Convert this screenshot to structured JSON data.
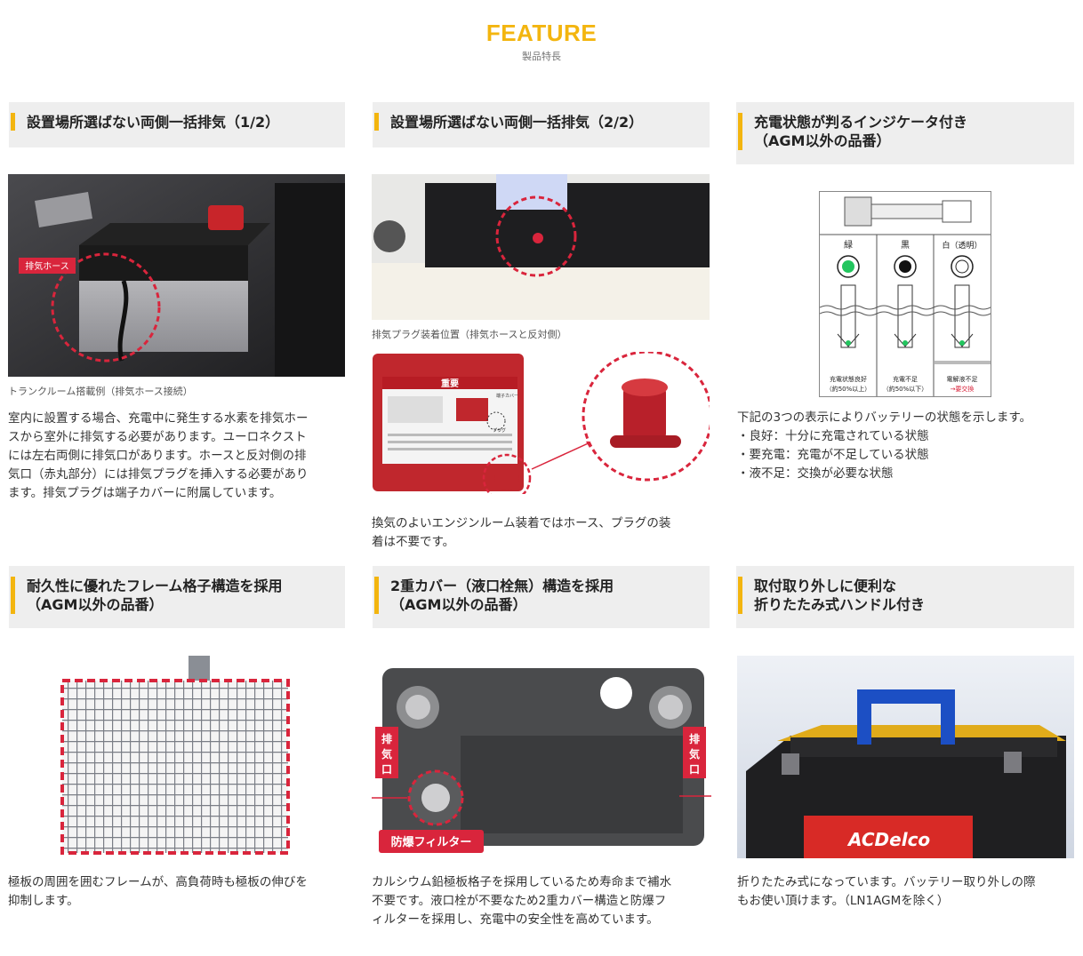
{
  "header": {
    "title": "FEATURE",
    "subtitle": "製品特長"
  },
  "cards": [
    {
      "heading": [
        "設置場所選ばない両側一括排気（1/2）"
      ],
      "image_label": "排気ホース",
      "caption": "トランクルーム搭載例（排気ホース接続）",
      "body": [
        "室内に設置する場合、充電中に発生する水素を排気ホー",
        "スから室外に排気する必要があります。ユーロネクスト",
        "には左右両側に排気口があります。ホースと反対側の排",
        "気口（赤丸部分）には排気プラグを挿入する必要があり",
        "ます。排気プラグは端子カバーに附属しています。"
      ]
    },
    {
      "heading": [
        "設置場所選ばない両側一括排気（2/2）"
      ],
      "caption": "排気プラグ装着位置（排気ホースと反対側）",
      "label_important": "重要",
      "label_terminal_cover": "端子カバー",
      "label_plug": "プラグ",
      "body": [
        "換気のよいエンジンルーム装着ではホース、プラグの装",
        "着は不要です。"
      ]
    },
    {
      "heading": [
        "充電状態が判るインジケータ付き",
        "（AGM以外の品番）"
      ],
      "indicator": {
        "columns": [
          {
            "name": "緑",
            "color": "#22c55e",
            "desc1": "充電状態良好",
            "desc2": "（約50%以上）"
          },
          {
            "name": "黒",
            "color": "#111111",
            "desc1": "充電不足",
            "desc2": "（約50%以下）"
          },
          {
            "name": "白（透明）",
            "color": "#ffffff",
            "desc1": "電解液不足",
            "desc2": "→要交換"
          }
        ]
      },
      "body": [
        "下記の3つの表示によりバッテリーの状態を示します。",
        "・良好：十分に充電されている状態",
        "・要充電：充電が不足している状態",
        "・液不足：交換が必要な状態"
      ]
    },
    {
      "heading": [
        "耐久性に優れたフレーム格子構造を採用",
        "（AGM以外の品番）"
      ],
      "body": [
        "極板の周囲を囲むフレームが、高負荷時も極板の伸びを",
        "抑制します。"
      ]
    },
    {
      "heading": [
        "2重カバー（液口栓無）構造を採用",
        "（AGM以外の品番）"
      ],
      "label_vent_left": "排気口",
      "label_vent_right": "排気口",
      "label_filter": "防爆フィルター",
      "body": [
        "カルシウム鉛極板格子を採用しているため寿命まで補水",
        "不要です。液口栓が不要なため2重カバー構造と防爆フ",
        "ィルターを採用し、充電中の安全性を高めています。"
      ]
    },
    {
      "heading": [
        "取付取り外しに便利な",
        "折りたたみ式ハンドル付き"
      ],
      "brand": "ACDelco",
      "body": [
        "折りたたみ式になっています。バッテリー取り外しの際",
        "もお使い頂けます。（LN1AGMを除く）"
      ]
    }
  ],
  "colors": {
    "accent": "#f3b50f",
    "highlight_red": "#d9253c",
    "heading_bg": "#eeeeee"
  }
}
